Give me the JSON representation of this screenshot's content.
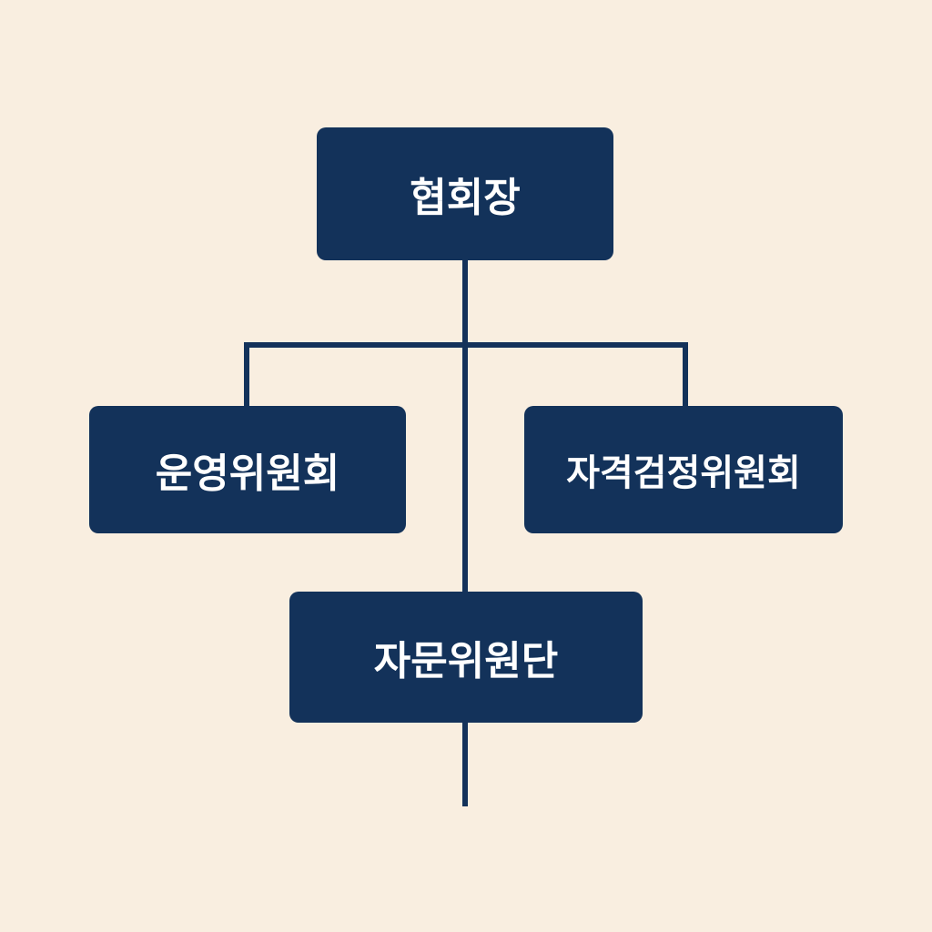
{
  "colors": {
    "background": "#f9eee0",
    "node_fill": "#13325a",
    "node_text": "#ffffff",
    "connector": "#13325a"
  },
  "org_chart": {
    "root": {
      "label": "협회장"
    },
    "left_child": {
      "label": "운영위원회"
    },
    "right_child": {
      "label": "자격검정위원회"
    },
    "bottom_child": {
      "label": "자문위원단"
    }
  }
}
